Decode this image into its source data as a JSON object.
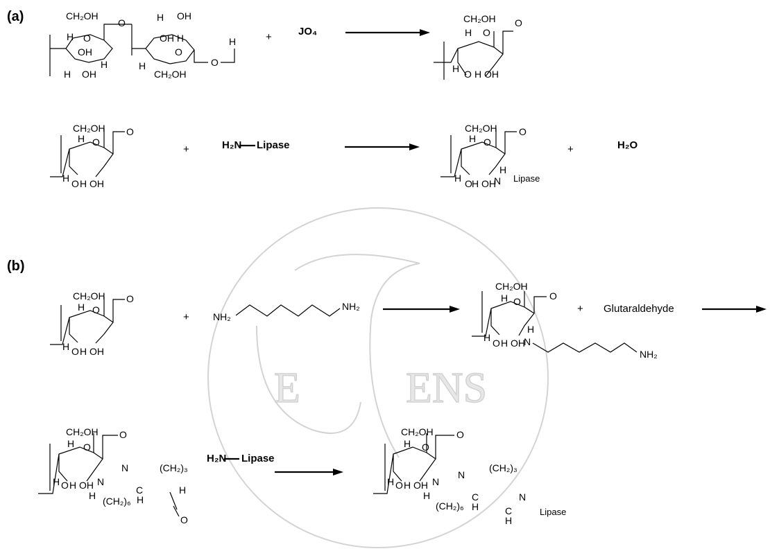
{
  "panels": {
    "a": "(a)",
    "b": "(b)"
  },
  "sugar": {
    "ch2oh": "CH₂OH",
    "h": "H",
    "o": "O",
    "oh": "OH",
    "ohh": "OH H",
    "link_o": "O",
    "h_oh": "H OH"
  },
  "reagents": {
    "periodate": "JO₄",
    "enzyme": "H₂N",
    "enzyme_name": "Lipase",
    "water": "H₂O",
    "diamine_left": "NH₂",
    "diamine_right": "NH₂",
    "glutaraldehyde": "Glutaraldehyde",
    "plus": "+"
  },
  "products": {
    "n": "N",
    "lipase_tail": "Lipase",
    "nh2_tail": "NH₂",
    "ch2_6": "(CH₂)₆",
    "ch2_3": "(CH₂)₃",
    "c": "C",
    "eq_n": "N"
  },
  "watermark": {
    "text": "E ENS"
  }
}
